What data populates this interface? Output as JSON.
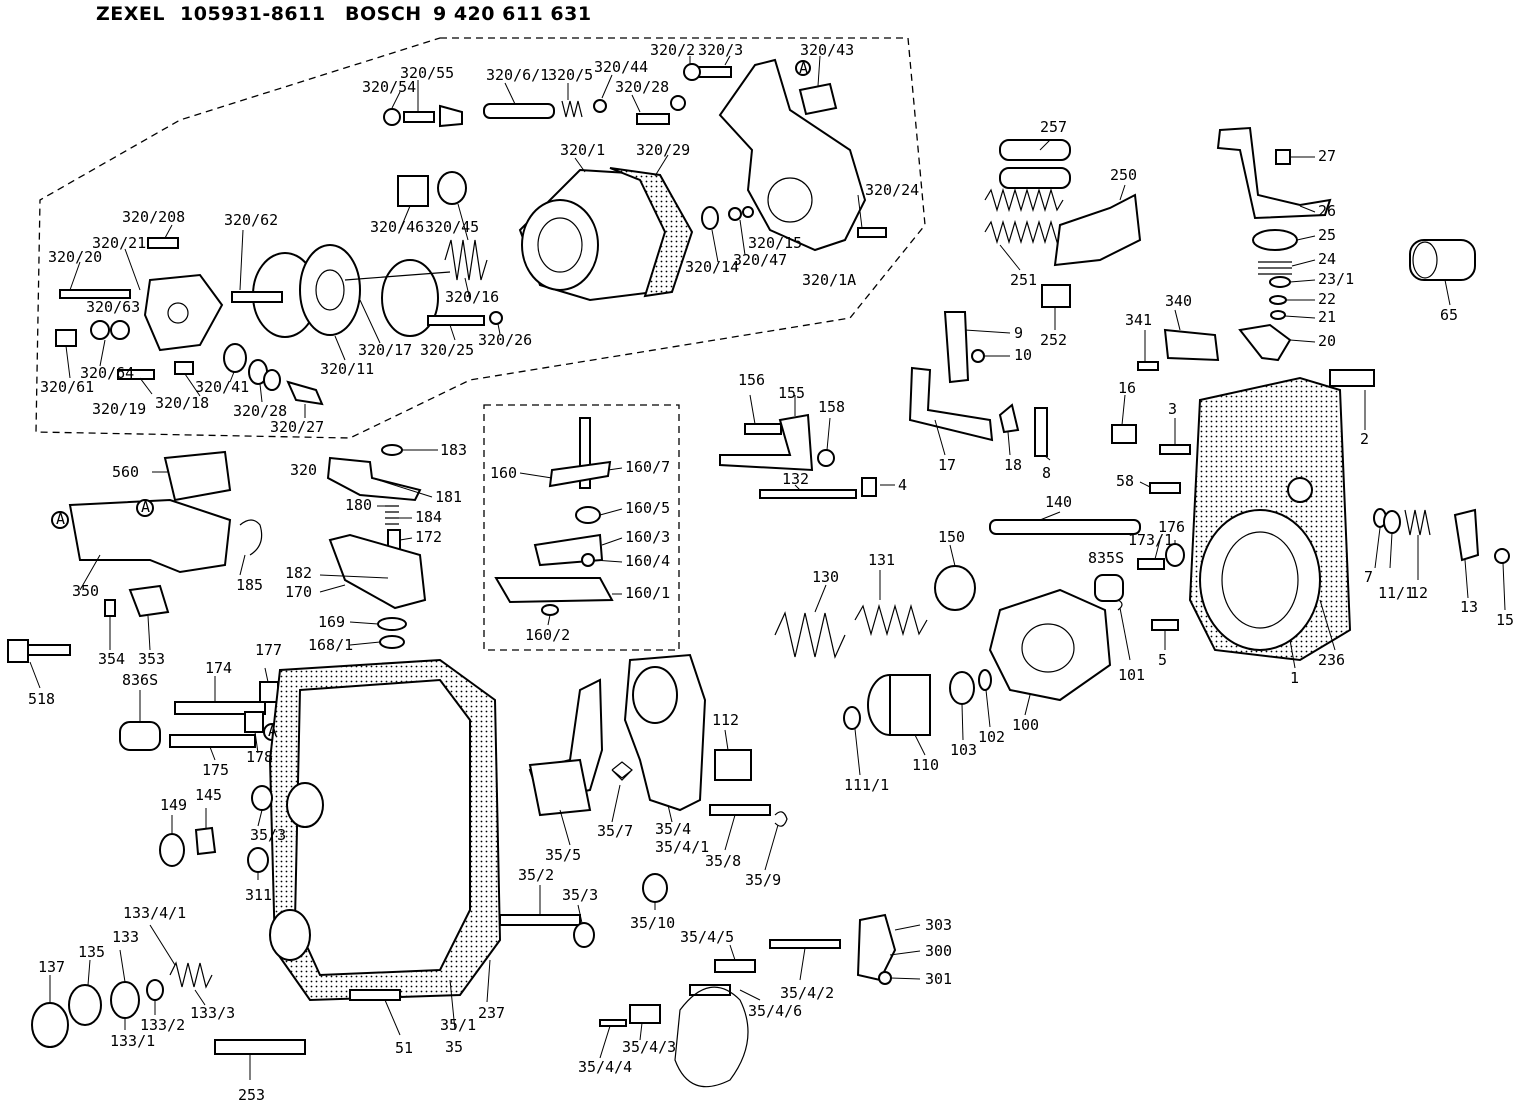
{
  "header": {
    "brand_a": "ZEXEL",
    "number_a": "105931-8611",
    "brand_b": "BOSCH",
    "number_b": "9 420 611 631"
  },
  "labels": {
    "l_320_3": "320/3",
    "l_320_2": "320/2",
    "l_320_43": "320/43",
    "l_A1": "A",
    "l_320_55": "320/55",
    "l_320_54": "320/54",
    "l_320_6_1": "320/6/1",
    "l_320_5": "320/5",
    "l_320_44": "320/44",
    "l_320_28a": "320/28",
    "l_320_1": "320/1",
    "l_320_29": "320/29",
    "l_320_24": "320/24",
    "l_320_208": "320/208",
    "l_320_62": "320/62",
    "l_320_21": "320/21",
    "l_320_20": "320/20",
    "l_320_63": "320/63",
    "l_320_46": "320/46",
    "l_320_45": "320/45",
    "l_320_14": "320/14",
    "l_320_47": "320/47",
    "l_320_15": "320/15",
    "l_320_1A": "320/1A",
    "l_320_16": "320/16",
    "l_320_61": "320/61",
    "l_320_64": "320/64",
    "l_320_19": "320/19",
    "l_320_18": "320/18",
    "l_320_41": "320/41",
    "l_320_28b": "320/28",
    "l_320_27": "320/27",
    "l_320_17": "320/17",
    "l_320_11": "320/11",
    "l_320_25": "320/25",
    "l_320_26": "320/26",
    "l_320": "320",
    "l_257": "257",
    "l_250": "250",
    "l_251": "251",
    "l_252": "252",
    "l_27": "27",
    "l_26": "26",
    "l_25": "25",
    "l_24": "24",
    "l_23_1": "23/1",
    "l_22": "22",
    "l_21": "21",
    "l_20": "20",
    "l_65": "65",
    "l_341": "341",
    "l_340": "340",
    "l_9": "9",
    "l_10": "10",
    "l_16": "16",
    "l_3": "3",
    "l_2": "2",
    "l_17": "17",
    "l_18": "18",
    "l_8": "8",
    "l_58": "58",
    "l_140": "140",
    "l_173_1": "173/1",
    "l_176": "176",
    "l_835S": "835S",
    "l_7": "7",
    "l_11_1": "11/1",
    "l_12": "12",
    "l_13": "13",
    "l_15": "15",
    "l_150": "150",
    "l_131": "131",
    "l_130": "130",
    "l_101": "101",
    "l_5": "5",
    "l_236": "236",
    "l_1": "1",
    "l_100": "100",
    "l_102": "102",
    "l_103": "103",
    "l_110": "110",
    "l_111_1": "111/1",
    "l_112": "112",
    "l_156": "156",
    "l_155": "155",
    "l_158": "158",
    "l_132": "132",
    "l_4": "4",
    "l_160": "160",
    "l_160_7": "160/7",
    "l_160_5": "160/5",
    "l_160_3": "160/3",
    "l_160_4": "160/4",
    "l_160_1": "160/1",
    "l_160_2": "160/2",
    "l_183": "183",
    "l_181": "181",
    "l_180": "180",
    "l_184": "184",
    "l_172": "172",
    "l_182": "182",
    "l_170": "170",
    "l_169": "169",
    "l_168_1": "168/1",
    "l_560": "560",
    "l_A2": "A",
    "l_A3": "A",
    "l_185": "185",
    "l_350": "350",
    "l_354": "354",
    "l_353": "353",
    "l_518": "518",
    "l_174": "174",
    "l_177": "177",
    "l_836S": "836S",
    "l_175": "175",
    "l_178": "178",
    "l_A4": "A",
    "l_149": "149",
    "l_145": "145",
    "l_35_3a": "35/3",
    "l_311": "311",
    "l_35_5": "35/5",
    "l_35_7": "35/7",
    "l_35_4": "35/4",
    "l_35_4_1": "35/4/1",
    "l_35_8": "35/8",
    "l_35_9": "35/9",
    "l_35_10": "35/10",
    "l_35_2": "35/2",
    "l_35_3b": "35/3",
    "l_303": "303",
    "l_300": "300",
    "l_301": "301",
    "l_35_4_5": "35/4/5",
    "l_35_4_2": "35/4/2",
    "l_35_4_6": "35/4/6",
    "l_35_4_3": "35/4/3",
    "l_35_4_4": "35/4/4",
    "l_133_4_1": "133/4/1",
    "l_133": "133",
    "l_135": "135",
    "l_137": "137",
    "l_133_3": "133/3",
    "l_133_2": "133/2",
    "l_133_1": "133/1",
    "l_253": "253",
    "l_51": "51",
    "l_35_1": "35/1",
    "l_35": "35",
    "l_237": "237"
  }
}
